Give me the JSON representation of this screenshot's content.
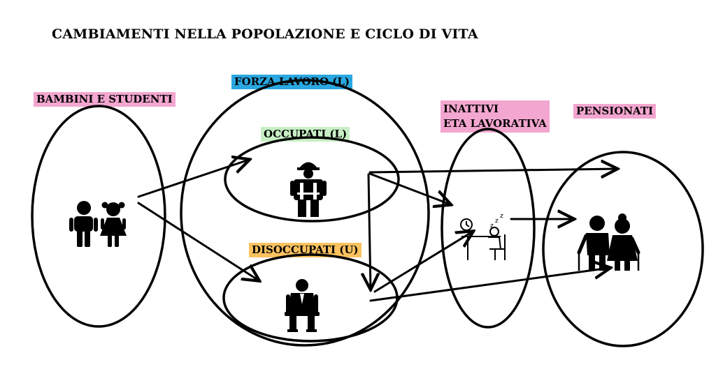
{
  "title": "CAMBIAMENTI NELLA POPOLAZIONE E CICLO DI VITA",
  "colors": {
    "pink": "#f3a6cf",
    "blue": "#2aa7e0",
    "green": "#c7eec4",
    "orange": "#fcc25f",
    "stroke": "#000000"
  },
  "groups": {
    "students": {
      "label": "BAMBINI E STUDENTI",
      "icon": "children-icon"
    },
    "labor_force": {
      "label": "FORZA LAVORO (L)"
    },
    "employed": {
      "label": "OCCUPATI (L)",
      "icon": "worker-icon"
    },
    "unemployed": {
      "label": "DISOCCUPATI (U)",
      "icon": "seated-person-icon"
    },
    "inactive": {
      "label_line1": "INATTIVI",
      "label_line2": "ETA LAVORATIVA",
      "icon": "sleeping-at-desk-icon"
    },
    "retired": {
      "label": "PENSIONATI",
      "icon": "elderly-couple-icon"
    }
  }
}
